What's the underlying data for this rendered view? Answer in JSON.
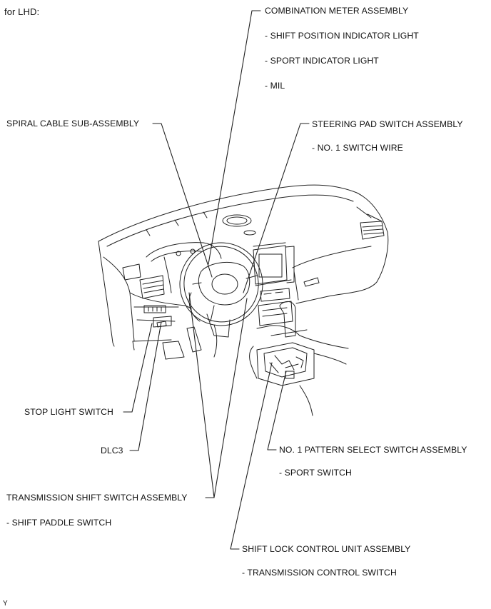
{
  "header": {
    "variant": "for LHD:"
  },
  "labels": {
    "combination_meter": "COMBINATION METER ASSEMBLY",
    "shift_position_light": "- SHIFT POSITION INDICATOR LIGHT",
    "sport_indicator_light": "- SPORT INDICATOR LIGHT",
    "mil": "- MIL",
    "spiral_cable": "SPIRAL CABLE SUB-ASSEMBLY",
    "steering_pad_switch": "STEERING PAD SWITCH ASSEMBLY",
    "no1_switch_wire": "- NO. 1 SWITCH WIRE",
    "stop_light_switch": "STOP LIGHT SWITCH",
    "dlc3": "DLC3",
    "pattern_select_switch": "NO. 1 PATTERN SELECT SWITCH ASSEMBLY",
    "sport_switch": "- SPORT SWITCH",
    "transmission_shift_switch": "TRANSMISSION SHIFT SWITCH ASSEMBLY",
    "shift_paddle_switch": "- SHIFT PADDLE SWITCH",
    "shift_lock_control": "SHIFT LOCK CONTROL UNIT ASSEMBLY",
    "transmission_control_switch": "- TRANSMISSION CONTROL SWITCH"
  },
  "footer": {
    "code": "Y"
  }
}
